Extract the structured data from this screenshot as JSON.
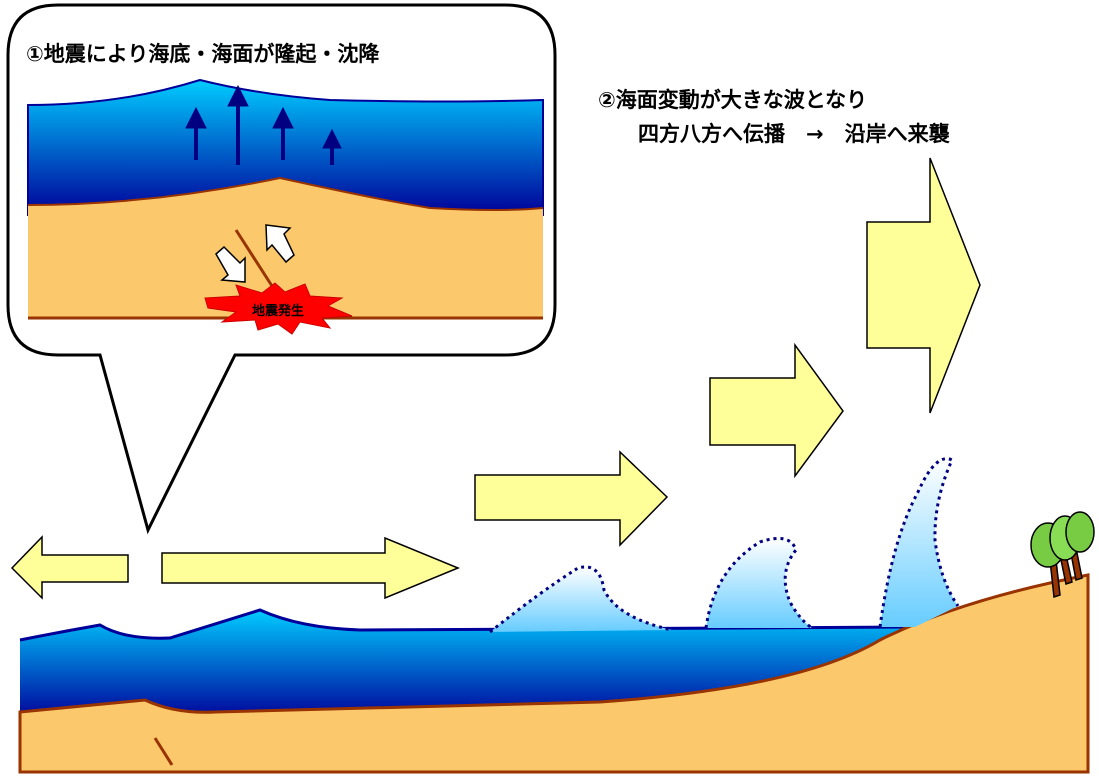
{
  "inset": {
    "title": "①地震により海底・海面が隆起・沈降",
    "epicenter_label": "地震発生"
  },
  "propagation": {
    "line1": "②海面変動が大きな波となり",
    "line2": "四方八方へ伝播　→　沿岸へ来襲"
  },
  "colors": {
    "sand": "#FBC96B",
    "sand_border": "#993300",
    "water_top": "#00CCFF",
    "water_bottom": "#000099",
    "arrow_fill": "#FFFF99",
    "uplift_arrow": "#000080",
    "burst": "#FF0000"
  }
}
